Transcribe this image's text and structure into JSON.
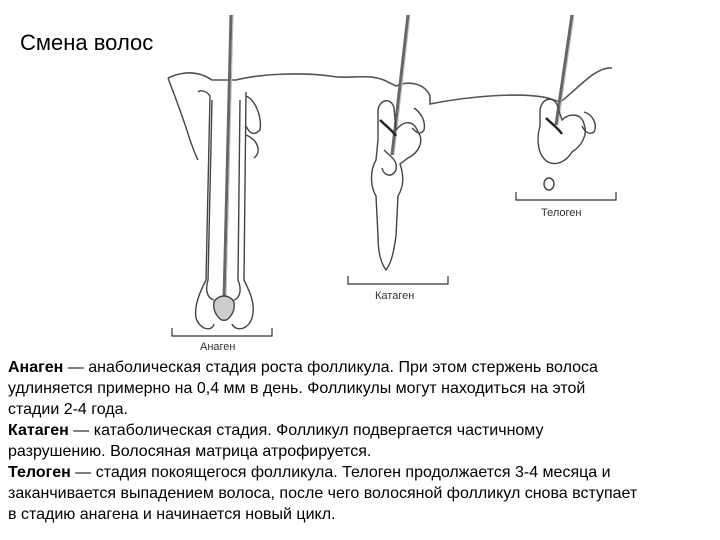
{
  "title": "Смена волос",
  "stages": [
    {
      "label": "Анаген"
    },
    {
      "label": "Катаген"
    },
    {
      "label": "Телоген"
    }
  ],
  "description": [
    {
      "term": "Анаген",
      "lines": [
        "— анаболическая стадия роста фолликула. При этом стержень волоса",
        "удлиняется примерно на 0,4 мм в день. Фолликулы могут находиться на этой",
        "стадии 2-4 года."
      ]
    },
    {
      "term": "Катаген",
      "lines": [
        "— катаболическая стадия. Фолликул подвергается частичному",
        "разрушению. Волосяная матрица атрофируется."
      ]
    },
    {
      "term": "Телоген",
      "lines": [
        "— стадия покоящегося фолликула. Телоген продолжается 3-4 месяца и",
        "заканчивается выпадением волоса, после чего волосяной фолликул снова вступает",
        "в стадию анагена и начинается новый цикл."
      ]
    }
  ]
}
